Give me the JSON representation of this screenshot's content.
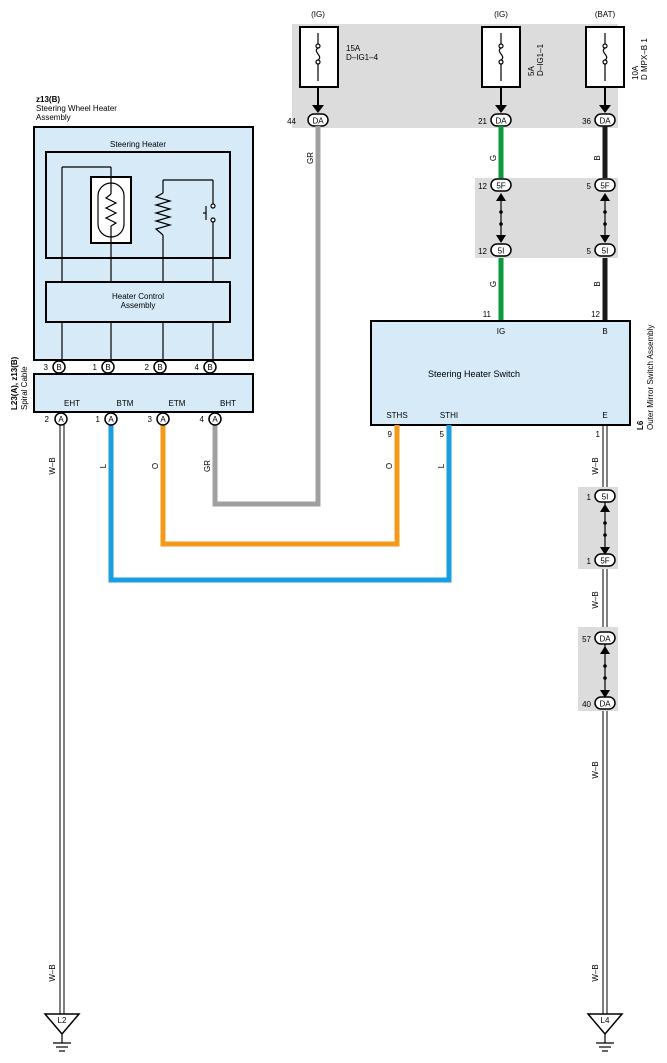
{
  "colors": {
    "wire_gray": "#a0a0a0",
    "wire_green": "#0a9a3c",
    "wire_black": "#1a1a1a",
    "wire_orange": "#f39a1a",
    "wire_blue": "#1a9ee0",
    "box_fill": "#d6eaf8",
    "panel_gray": "#dcdcdc"
  },
  "power": {
    "fuse1": {
      "source": "(IG)",
      "rating": "15A",
      "name": "D–IG1–4",
      "pin": "44",
      "connector": "DA",
      "wire": "GR"
    },
    "fuse2": {
      "source": "(IG)",
      "rating": "5A",
      "name": "D–IG1–1",
      "pin": "21",
      "connector": "DA",
      "wire": "G"
    },
    "fuse3": {
      "source": "(BAT)",
      "rating": "10A",
      "name": "D MPX–B 1",
      "pin": "36",
      "connector": "DA",
      "wire": "B"
    }
  },
  "junctions": {
    "j5f_g": {
      "pin": "12",
      "connector": "5F"
    },
    "j5f_b": {
      "pin": "5",
      "connector": "5F"
    },
    "j5i_g": {
      "pin": "12",
      "connector": "5I"
    },
    "j5i_b": {
      "pin": "5",
      "connector": "5I"
    },
    "wire_g": "G",
    "wire_b": "B"
  },
  "heater": {
    "id": "z13(B)",
    "title_line1": "Steering Wheel Heater",
    "title_line2": "Assembly",
    "inner_title": "Steering Heater",
    "control_line1": "Heater Control",
    "control_line2": "Assembly",
    "pins": [
      {
        "num": "3",
        "conn": "B"
      },
      {
        "num": "1",
        "conn": "B"
      },
      {
        "num": "2",
        "conn": "B"
      },
      {
        "num": "4",
        "conn": "B"
      }
    ]
  },
  "spiral": {
    "id": "L23(A), z13(B)",
    "name": "Spiral Cable",
    "terms": [
      "EHT",
      "BTM",
      "ETM",
      "BHT"
    ],
    "pins": [
      {
        "num": "2",
        "conn": "A"
      },
      {
        "num": "1",
        "conn": "A"
      },
      {
        "num": "3",
        "conn": "A"
      },
      {
        "num": "4",
        "conn": "A"
      }
    ],
    "wires": [
      "W–B",
      "L",
      "O",
      "GR"
    ]
  },
  "switch": {
    "id": "L6",
    "name": "Outer Mirror Switch Assembly",
    "label": "Steering Heater Switch",
    "term_ig": "IG",
    "term_b": "B",
    "term_sths": "STHS",
    "term_sthi": "STHI",
    "term_e": "E",
    "pin_ig": "11",
    "pin_b": "12",
    "pin_sths": "9",
    "pin_sthi": "5",
    "pin_e": "1",
    "wire_sths": "O",
    "wire_sthi": "L"
  },
  "ground_run": {
    "wire": "W–B",
    "j1": {
      "pin": "1",
      "connector": "5I"
    },
    "j2": {
      "pin": "1",
      "connector": "5F"
    },
    "j3": {
      "pin": "57",
      "connector": "DA"
    },
    "j4": {
      "pin": "40",
      "connector": "DA"
    }
  },
  "grounds": {
    "left": "L2",
    "right": "L4",
    "wire": "W–B"
  }
}
